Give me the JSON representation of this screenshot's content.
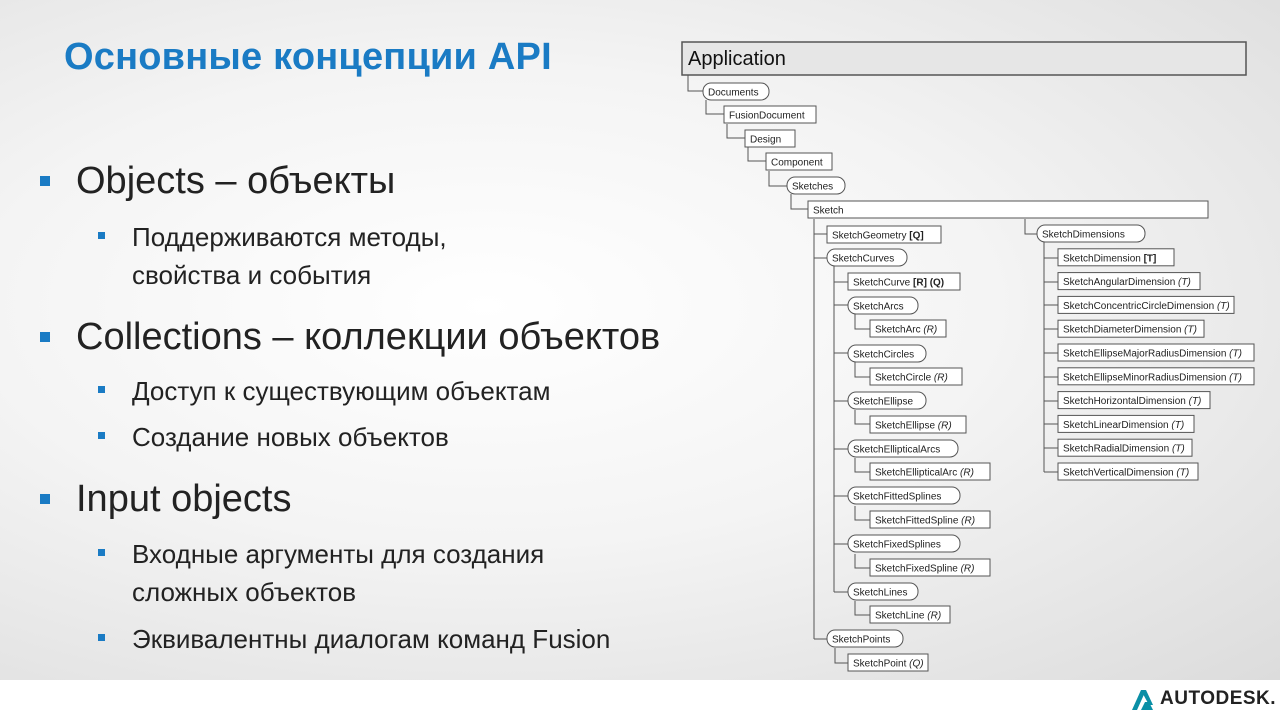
{
  "slide": {
    "title": "Основные концепции API",
    "sections": [
      {
        "label": "Objects – объекты",
        "items": [
          "Поддерживаются методы,",
          "свойства и события"
        ]
      },
      {
        "label": "Collections – коллекции объектов",
        "items": [
          "Доступ к существующим объектам",
          "Создание новых объектов"
        ]
      },
      {
        "label": "Input objects",
        "items": [
          "Входные аргументы для создания",
          "сложных объектов",
          "Эквивалентны диалогам команд Fusion"
        ]
      }
    ]
  },
  "diagram": {
    "root": "Application",
    "chain": [
      "Documents",
      "FusionDocument",
      "Design",
      "Component",
      "Sketches",
      "Sketch"
    ],
    "left_column": [
      {
        "label": "SketchGeometry",
        "tag": "[Q]"
      },
      {
        "label": "SketchCurves",
        "tag": ""
      },
      {
        "label": "SketchCurve",
        "tag": "[R] (Q)"
      },
      {
        "label": "SketchArcs",
        "tag": ""
      },
      {
        "label": "SketchArc",
        "tag": "(R)"
      },
      {
        "label": "SketchCircles",
        "tag": ""
      },
      {
        "label": "SketchCircle",
        "tag": "(R)"
      },
      {
        "label": "SketchEllipse",
        "tag": ""
      },
      {
        "label": "SketchEllipse",
        "tag": "(R)"
      },
      {
        "label": "SketchEllipticalArcs",
        "tag": ""
      },
      {
        "label": "SketchEllipticalArc",
        "tag": "(R)"
      },
      {
        "label": "SketchFittedSplines",
        "tag": ""
      },
      {
        "label": "SketchFittedSpline",
        "tag": "(R)"
      },
      {
        "label": "SketchFixedSplines",
        "tag": ""
      },
      {
        "label": "SketchFixedSpline",
        "tag": "(R)"
      },
      {
        "label": "SketchLines",
        "tag": ""
      },
      {
        "label": "SketchLine",
        "tag": "(R)"
      },
      {
        "label": "SketchPoints",
        "tag": ""
      },
      {
        "label": "SketchPoint",
        "tag": "(Q)"
      }
    ],
    "right_column": [
      {
        "label": "SketchDimensions",
        "tag": ""
      },
      {
        "label": "SketchDimension",
        "tag": "[T]"
      },
      {
        "label": "SketchAngularDimension",
        "tag": "(T)"
      },
      {
        "label": "SketchConcentricCircleDimension",
        "tag": "(T)"
      },
      {
        "label": "SketchDiameterDimension",
        "tag": "(T)"
      },
      {
        "label": "SketchEllipseMajorRadiusDimension",
        "tag": "(T)"
      },
      {
        "label": "SketchEllipseMinorRadiusDimension",
        "tag": "(T)"
      },
      {
        "label": "SketchHorizontalDimension",
        "tag": "(T)"
      },
      {
        "label": "SketchLinearDimension",
        "tag": "(T)"
      },
      {
        "label": "SketchRadialDimension",
        "tag": "(T)"
      },
      {
        "label": "SketchVerticalDimension",
        "tag": "(T)"
      }
    ]
  },
  "branding": {
    "logo_text": "AUTODESK.",
    "logo_icon": "autodesk-a-icon",
    "accent": "#1a7bc4",
    "logo_color": "#0a8fa6"
  }
}
